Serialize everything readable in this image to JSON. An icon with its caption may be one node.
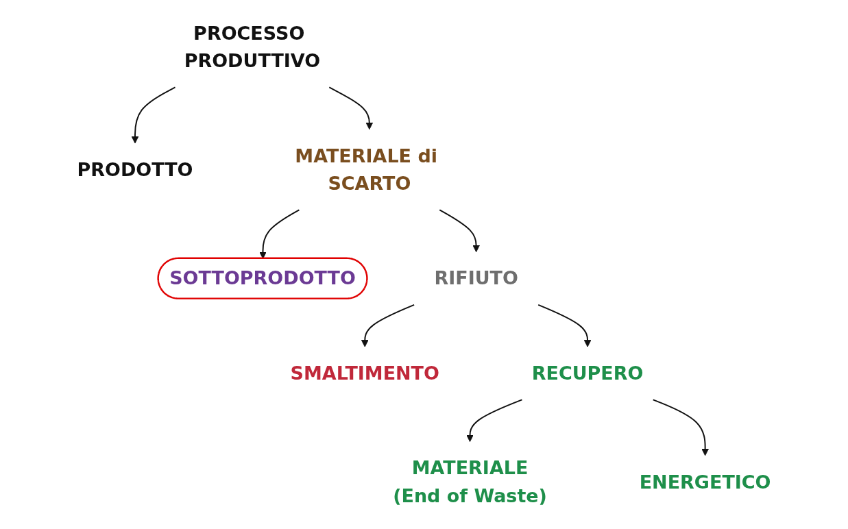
{
  "diagram": {
    "nodes": [
      {
        "text": [
          "PROCESSO PRODUTTIVO"
        ]
      },
      {
        "text": [
          "PRODOTTO"
        ]
      },
      {
        "text": [
          "MATERIALE di SCARTO"
        ]
      },
      {
        "text": [
          "SOTTOPRODOTTO"
        ]
      },
      {
        "text": [
          "RIFIUTO"
        ]
      },
      {
        "text": [
          "SMALTIMENTO"
        ]
      },
      {
        "text": [
          "RECUPERO"
        ]
      },
      {
        "text": [
          "MATERIALE",
          "(End of Waste)"
        ]
      },
      {
        "text": [
          "ENERGETICO"
        ]
      }
    ],
    "edges": [
      {
        "from": 0,
        "to": 1,
        "arrow": "to"
      },
      {
        "from": 0,
        "to": 2,
        "arrow": "to"
      },
      {
        "from": 2,
        "to": 3,
        "arrow": "to"
      },
      {
        "from": 2,
        "to": 4,
        "arrow": "to"
      },
      {
        "from": 4,
        "to": 5,
        "arrow": "to"
      },
      {
        "from": 4,
        "to": 6,
        "arrow": "to"
      },
      {
        "from": 6,
        "to": 7,
        "arrow": "to"
      },
      {
        "from": 6,
        "to": 8,
        "arrow": "to"
      }
    ]
  }
}
